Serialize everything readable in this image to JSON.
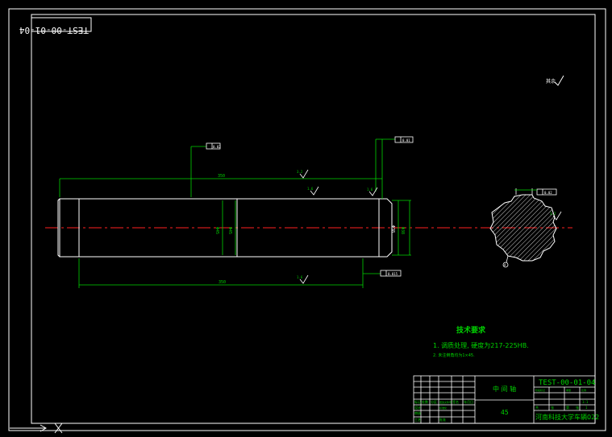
{
  "drawing_number_mirrored": "TEST-00-01-04",
  "roughness_note": "其余",
  "dimensions": {
    "overall_length": "350",
    "main_length": "350",
    "shaft_dia": "Φ45",
    "shaft_dia2": "Φ45",
    "end_dia": "Φ38",
    "datum_dim": "Φ38",
    "section_label": "A"
  },
  "roughness_values": {
    "r1": "3.2",
    "r2": "1.6",
    "r3": "1.6",
    "r4": "1.6",
    "r5": "3.2"
  },
  "gdt": {
    "g1": "0.02",
    "g2": "0.01",
    "g3": "0.015",
    "g4": "0.02"
  },
  "tech_req": {
    "title": "技术要求",
    "line1": "1. 调质处理, 硬度为217-225HB.",
    "line2": "2. 未注倒角均为1×45."
  },
  "title_block": {
    "part_name": "中 间 轴",
    "material": "45",
    "drawing_number": "TEST-00-01-04",
    "school": "河南科技大学车辆022",
    "scale_value": "1:1",
    "sheet": "1",
    "cells": [
      "标记",
      "处数",
      "分区",
      "更改文件号",
      "签名",
      "年月日",
      "设计",
      "标准化",
      "审核",
      "工艺",
      "批准",
      "阶段标记",
      "重量",
      "比例",
      "共",
      "张",
      "第",
      "张"
    ]
  },
  "colors": {
    "frame": "#ffffff",
    "outline": "#ffffff",
    "dimension": "#00d400",
    "centerline": "#ff2020",
    "hatch": "#ffffff",
    "text": "#ffffff",
    "text_green": "#00d400",
    "leader": "#ffffff"
  }
}
